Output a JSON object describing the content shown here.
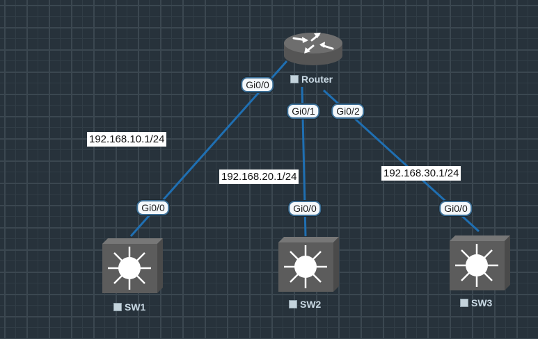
{
  "devices": {
    "router": {
      "label": "Router",
      "type": "router"
    },
    "sw1": {
      "label": "SW1",
      "type": "multilayer-switch"
    },
    "sw2": {
      "label": "SW2",
      "type": "multilayer-switch"
    },
    "sw3": {
      "label": "SW3",
      "type": "multilayer-switch"
    }
  },
  "links": [
    {
      "from": "router",
      "to": "sw1",
      "from_port": "Gi0/0",
      "to_port": "Gi0/0",
      "ip": "192.168.10.1/24"
    },
    {
      "from": "router",
      "to": "sw2",
      "from_port": "Gi0/1",
      "to_port": "Gi0/0",
      "ip": "192.168.20.1/24"
    },
    {
      "from": "router",
      "to": "sw3",
      "from_port": "Gi0/2",
      "to_port": "Gi0/0",
      "ip": "192.168.30.1/24"
    }
  ],
  "colors": {
    "link": "#1f6fb2",
    "background": "#27323b",
    "device": "#5c5c5c"
  }
}
